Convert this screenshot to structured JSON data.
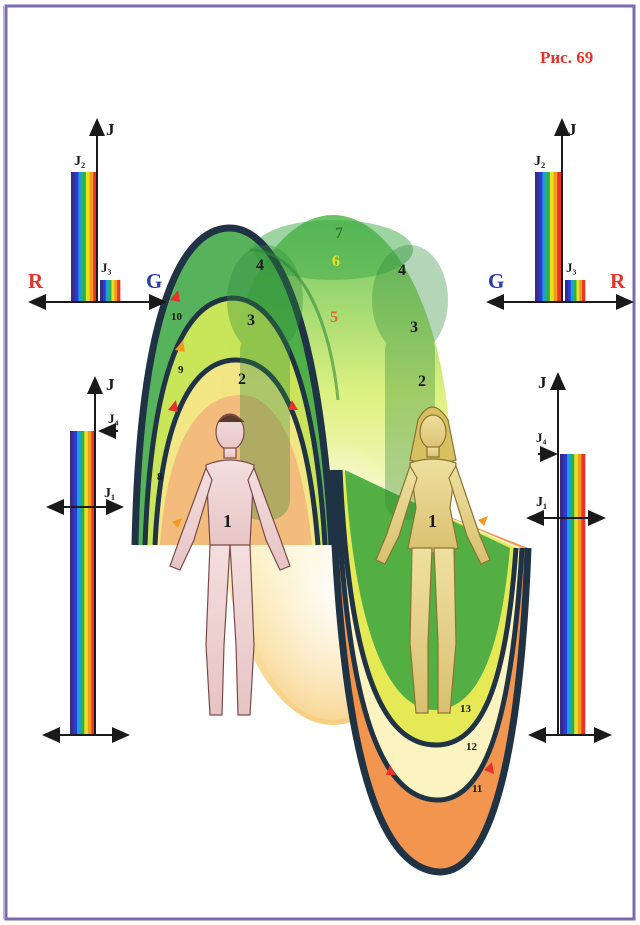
{
  "figure": {
    "title": "Рис. 69",
    "title_color": "#e8322c"
  },
  "axes": {
    "intensity_label": "J",
    "red_label": "R",
    "green_label": "G",
    "red_color": "#e8322c",
    "green_color": "#2a3bb0",
    "j2": "J₂",
    "j3": "J₃",
    "j4": "J₄",
    "j1": "J₁"
  },
  "rainbow_colors": [
    "#3a2a8c",
    "#2a3bd0",
    "#1aa0e0",
    "#2bb24a",
    "#e8e020",
    "#f29a1e",
    "#e8322c"
  ],
  "zones": {
    "body": "1",
    "z2": "2",
    "z3": "3",
    "z4": "4",
    "z5": "5",
    "z6": "6",
    "z7": "7",
    "z8": "8",
    "z9": "9",
    "z10": "10",
    "z11": "11",
    "z12": "12",
    "z13": "13"
  }
}
